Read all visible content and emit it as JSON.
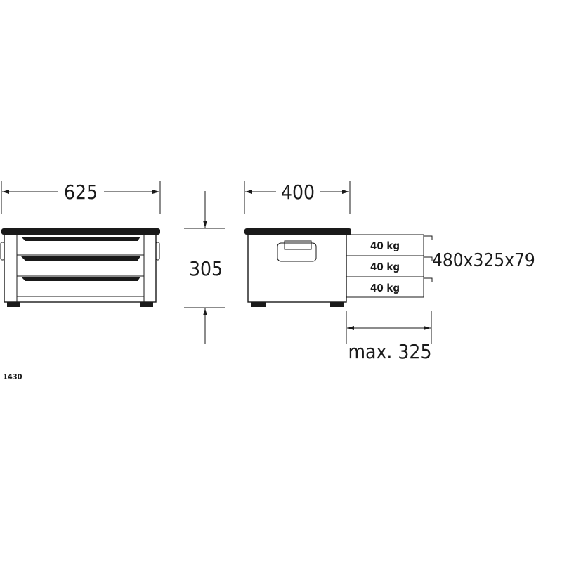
{
  "dimensions": {
    "width": "625",
    "height": "305",
    "depth": "400",
    "drawer_extension": "max. 325",
    "drawer_size": "480x325x79"
  },
  "drawer_loads": [
    "40 kg",
    "40 kg",
    "40 kg"
  ],
  "article_number": "1430",
  "colors": {
    "line": "#1a1a1a",
    "background": "#ffffff"
  }
}
